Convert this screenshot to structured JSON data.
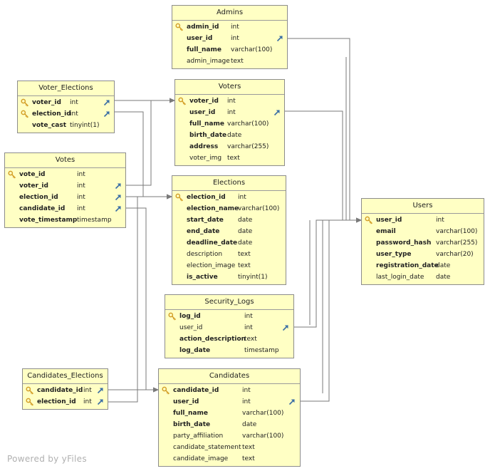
{
  "tables": [
    {
      "id": "admins",
      "name": "Admins",
      "columns": [
        {
          "name": "admin_id",
          "type": "int",
          "pk": true,
          "fk": false,
          "bold": true
        },
        {
          "name": "user_id",
          "type": "int",
          "pk": false,
          "fk": true,
          "bold": true
        },
        {
          "name": "full_name",
          "type": "varchar(100)",
          "pk": false,
          "fk": false,
          "bold": true
        },
        {
          "name": "admin_image",
          "type": "text",
          "pk": false,
          "fk": false,
          "bold": false
        }
      ]
    },
    {
      "id": "voter-elections",
      "name": "Voter_Elections",
      "columns": [
        {
          "name": "voter_id",
          "type": "int",
          "pk": true,
          "fk": true,
          "bold": true
        },
        {
          "name": "election_id",
          "type": "int",
          "pk": true,
          "fk": true,
          "bold": true
        },
        {
          "name": "vote_cast",
          "type": "tinyint(1)",
          "pk": false,
          "fk": false,
          "bold": true
        }
      ]
    },
    {
      "id": "voters",
      "name": "Voters",
      "columns": [
        {
          "name": "voter_id",
          "type": "int",
          "pk": true,
          "fk": false,
          "bold": true
        },
        {
          "name": "user_id",
          "type": "int",
          "pk": false,
          "fk": true,
          "bold": true
        },
        {
          "name": "full_name",
          "type": "varchar(100)",
          "pk": false,
          "fk": false,
          "bold": true
        },
        {
          "name": "birth_date",
          "type": "date",
          "pk": false,
          "fk": false,
          "bold": true
        },
        {
          "name": "address",
          "type": "varchar(255)",
          "pk": false,
          "fk": false,
          "bold": true
        },
        {
          "name": "voter_img",
          "type": "text",
          "pk": false,
          "fk": false,
          "bold": false
        }
      ]
    },
    {
      "id": "votes",
      "name": "Votes",
      "columns": [
        {
          "name": "vote_id",
          "type": "int",
          "pk": true,
          "fk": false,
          "bold": true
        },
        {
          "name": "voter_id",
          "type": "int",
          "pk": false,
          "fk": true,
          "bold": true
        },
        {
          "name": "election_id",
          "type": "int",
          "pk": false,
          "fk": true,
          "bold": true
        },
        {
          "name": "candidate_id",
          "type": "int",
          "pk": false,
          "fk": true,
          "bold": true
        },
        {
          "name": "vote_timestamp",
          "type": "timestamp",
          "pk": false,
          "fk": false,
          "bold": true
        }
      ]
    },
    {
      "id": "elections",
      "name": "Elections",
      "columns": [
        {
          "name": "election_id",
          "type": "int",
          "pk": true,
          "fk": false,
          "bold": true
        },
        {
          "name": "election_name",
          "type": "varchar(100)",
          "pk": false,
          "fk": false,
          "bold": true
        },
        {
          "name": "start_date",
          "type": "date",
          "pk": false,
          "fk": false,
          "bold": true
        },
        {
          "name": "end_date",
          "type": "date",
          "pk": false,
          "fk": false,
          "bold": true
        },
        {
          "name": "deadline_date",
          "type": "date",
          "pk": false,
          "fk": false,
          "bold": true
        },
        {
          "name": "description",
          "type": "text",
          "pk": false,
          "fk": false,
          "bold": false
        },
        {
          "name": "election_image",
          "type": "text",
          "pk": false,
          "fk": false,
          "bold": false
        },
        {
          "name": "is_active",
          "type": "tinyint(1)",
          "pk": false,
          "fk": false,
          "bold": true
        }
      ]
    },
    {
      "id": "users",
      "name": "Users",
      "columns": [
        {
          "name": "user_id",
          "type": "int",
          "pk": true,
          "fk": false,
          "bold": true
        },
        {
          "name": "email",
          "type": "varchar(100)",
          "pk": false,
          "fk": false,
          "bold": true
        },
        {
          "name": "password_hash",
          "type": "varchar(255)",
          "pk": false,
          "fk": false,
          "bold": true
        },
        {
          "name": "user_type",
          "type": "varchar(20)",
          "pk": false,
          "fk": false,
          "bold": true
        },
        {
          "name": "registration_date",
          "type": "date",
          "pk": false,
          "fk": false,
          "bold": true
        },
        {
          "name": "last_login_date",
          "type": "date",
          "pk": false,
          "fk": false,
          "bold": false
        }
      ]
    },
    {
      "id": "security-logs",
      "name": "Security_Logs",
      "columns": [
        {
          "name": "log_id",
          "type": "int",
          "pk": true,
          "fk": false,
          "bold": true
        },
        {
          "name": "user_id",
          "type": "int",
          "pk": false,
          "fk": true,
          "bold": false
        },
        {
          "name": "action_description",
          "type": "text",
          "pk": false,
          "fk": false,
          "bold": true
        },
        {
          "name": "log_date",
          "type": "timestamp",
          "pk": false,
          "fk": false,
          "bold": true
        }
      ]
    },
    {
      "id": "candidates-elections",
      "name": "Candidates_Elections",
      "columns": [
        {
          "name": "candidate_id",
          "type": "int",
          "pk": true,
          "fk": true,
          "bold": true
        },
        {
          "name": "election_id",
          "type": "int",
          "pk": true,
          "fk": true,
          "bold": true
        }
      ]
    },
    {
      "id": "candidates",
      "name": "Candidates",
      "columns": [
        {
          "name": "candidate_id",
          "type": "int",
          "pk": true,
          "fk": false,
          "bold": true
        },
        {
          "name": "user_id",
          "type": "int",
          "pk": false,
          "fk": true,
          "bold": true
        },
        {
          "name": "full_name",
          "type": "varchar(100)",
          "pk": false,
          "fk": false,
          "bold": true
        },
        {
          "name": "birth_date",
          "type": "date",
          "pk": false,
          "fk": false,
          "bold": true
        },
        {
          "name": "party_affiliation",
          "type": "varchar(100)",
          "pk": false,
          "fk": false,
          "bold": false
        },
        {
          "name": "candidate_statement",
          "type": "text",
          "pk": false,
          "fk": false,
          "bold": false
        },
        {
          "name": "candidate_image",
          "type": "text",
          "pk": false,
          "fk": false,
          "bold": false
        }
      ]
    }
  ],
  "relationships": [
    {
      "from": "admins.user_id",
      "to": "users.user_id"
    },
    {
      "from": "voters.user_id",
      "to": "users.user_id"
    },
    {
      "from": "security-logs.user_id",
      "to": "users.user_id"
    },
    {
      "from": "candidates.user_id",
      "to": "users.user_id"
    },
    {
      "from": "voter-elections.voter_id",
      "to": "voters.voter_id"
    },
    {
      "from": "voter-elections.election_id",
      "to": "elections.election_id"
    },
    {
      "from": "votes.voter_id",
      "to": "voters.voter_id"
    },
    {
      "from": "votes.election_id",
      "to": "elections.election_id"
    },
    {
      "from": "votes.candidate_id",
      "to": "candidates.candidate_id"
    },
    {
      "from": "candidates-elections.candidate_id",
      "to": "candidates.candidate_id"
    },
    {
      "from": "candidates-elections.election_id",
      "to": "elections.election_id"
    }
  ],
  "colors": {
    "table_fill": "#ffffc4",
    "table_border": "#8c8c8c",
    "edge": "#7a7a7a",
    "fk_arrow": "#3a6ea5",
    "key_icon": "#d4a02a"
  },
  "watermark": "Powered by yFiles"
}
